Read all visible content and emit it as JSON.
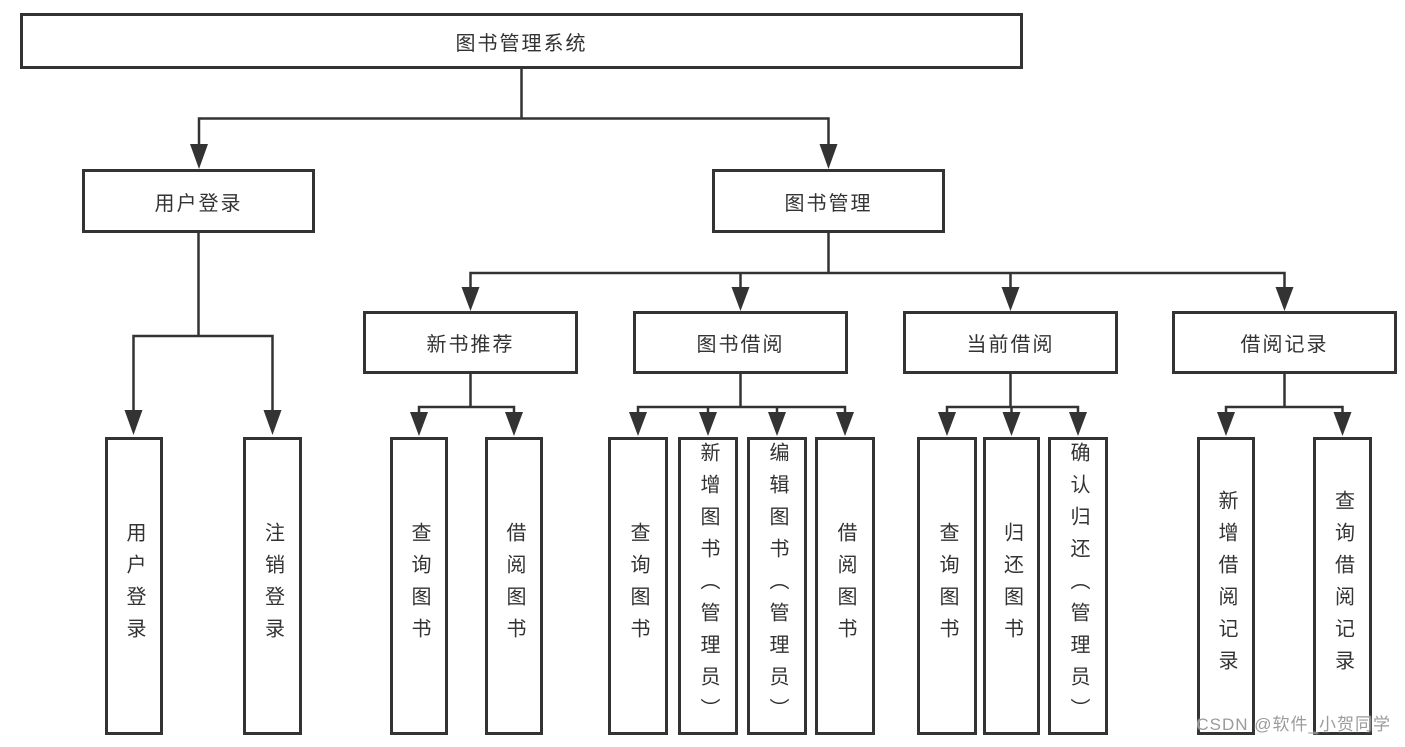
{
  "tree": {
    "label": "图书管理系统",
    "children": [
      {
        "label": "用户登录",
        "children": [
          {
            "label": "用户登录"
          },
          {
            "label": "注销登录"
          }
        ]
      },
      {
        "label": "图书管理",
        "children": [
          {
            "label": "新书推荐",
            "children": [
              {
                "label": "查询图书"
              },
              {
                "label": "借阅图书"
              }
            ]
          },
          {
            "label": "图书借阅",
            "children": [
              {
                "label": "查询图书"
              },
              {
                "label": "新增图书（管理员）"
              },
              {
                "label": "编辑图书（管理员）"
              },
              {
                "label": "借阅图书"
              }
            ]
          },
          {
            "label": "当前借阅",
            "children": [
              {
                "label": "查询图书"
              },
              {
                "label": "归还图书"
              },
              {
                "label": "确认归还（管理员）"
              }
            ]
          },
          {
            "label": "借阅记录",
            "children": [
              {
                "label": "新增借阅记录"
              },
              {
                "label": "查询借阅记录"
              }
            ]
          }
        ]
      }
    ]
  },
  "watermark": {
    "text": "CSDN @软件_小贺同学"
  },
  "colors": {
    "line": "#333333",
    "text": "#333333",
    "box_background": "#ffffff",
    "background": "#ffffff",
    "watermark": "#9b9b9b"
  }
}
